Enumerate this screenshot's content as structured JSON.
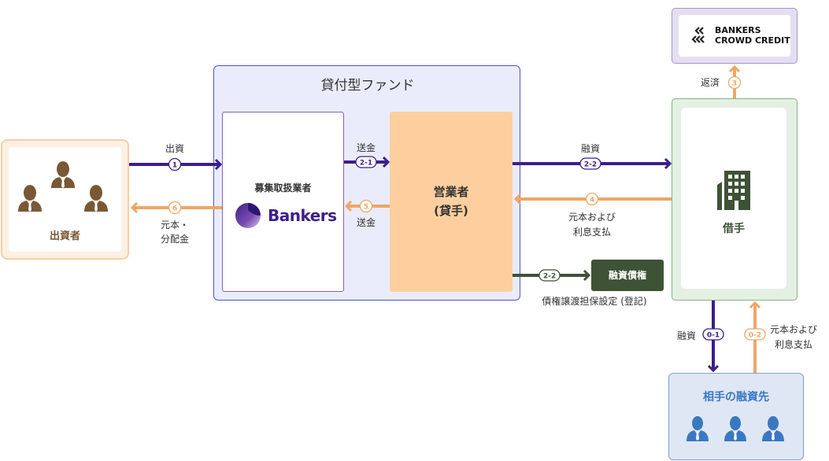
{
  "investor": {
    "label": "出資者",
    "icon": "people-group-icon"
  },
  "fund": {
    "title": "貸付型ファンド",
    "broker": {
      "label": "募集取扱業者",
      "logo_text": "Bankers"
    },
    "lender": {
      "label_line1": "営業者",
      "label_line2": "(貸手)"
    }
  },
  "borrower": {
    "label": "借手",
    "icon": "building-icon"
  },
  "bcc": {
    "line1": "BANKERS",
    "line2": "CROWD CREDIT"
  },
  "claim": {
    "label": "融資債権",
    "caption": "債権譲渡担保設定 (登記)"
  },
  "counterparty": {
    "label": "相手の融資先",
    "icon": "people-group-icon"
  },
  "flows": {
    "f1": {
      "badge": "1",
      "label": "出資"
    },
    "f6": {
      "badge": "6",
      "label_line1": "元本・",
      "label_line2": "分配金"
    },
    "f21": {
      "badge": "2-1",
      "label": "送金"
    },
    "f5": {
      "badge": "5",
      "label": "送金"
    },
    "f22": {
      "badge": "2-2",
      "label": "融資"
    },
    "f4": {
      "badge": "4",
      "label_line1": "元本および",
      "label_line2": "利息支払"
    },
    "f22b": {
      "badge": "2-2"
    },
    "f3": {
      "badge": "3",
      "label": "返済"
    },
    "f01": {
      "badge": "0-1",
      "label": "融資"
    },
    "f02": {
      "badge": "0-2",
      "label_line1": "元本および",
      "label_line2": "利息支払"
    }
  },
  "colors": {
    "purple": "#3d1e8a",
    "orange": "#eda767",
    "green": "#3e5236",
    "investor_border": "#f5cfa5",
    "fund_bg": "#eaecfb",
    "fund_border": "#4a55d6",
    "lender_bg": "#fdcf9f",
    "borrower_bg": "#e4f0e3",
    "counterparty_bg": "#dfe7f4",
    "counterparty_text": "#3a78c2"
  }
}
